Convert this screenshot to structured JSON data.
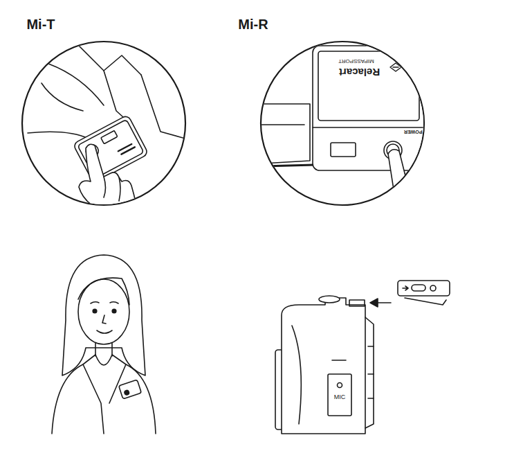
{
  "diagram": {
    "labels": [
      "Mi-T",
      "Mi-R",
      "Relacart",
      "MIPASSPORT",
      "POWER",
      "MIC"
    ]
  }
}
